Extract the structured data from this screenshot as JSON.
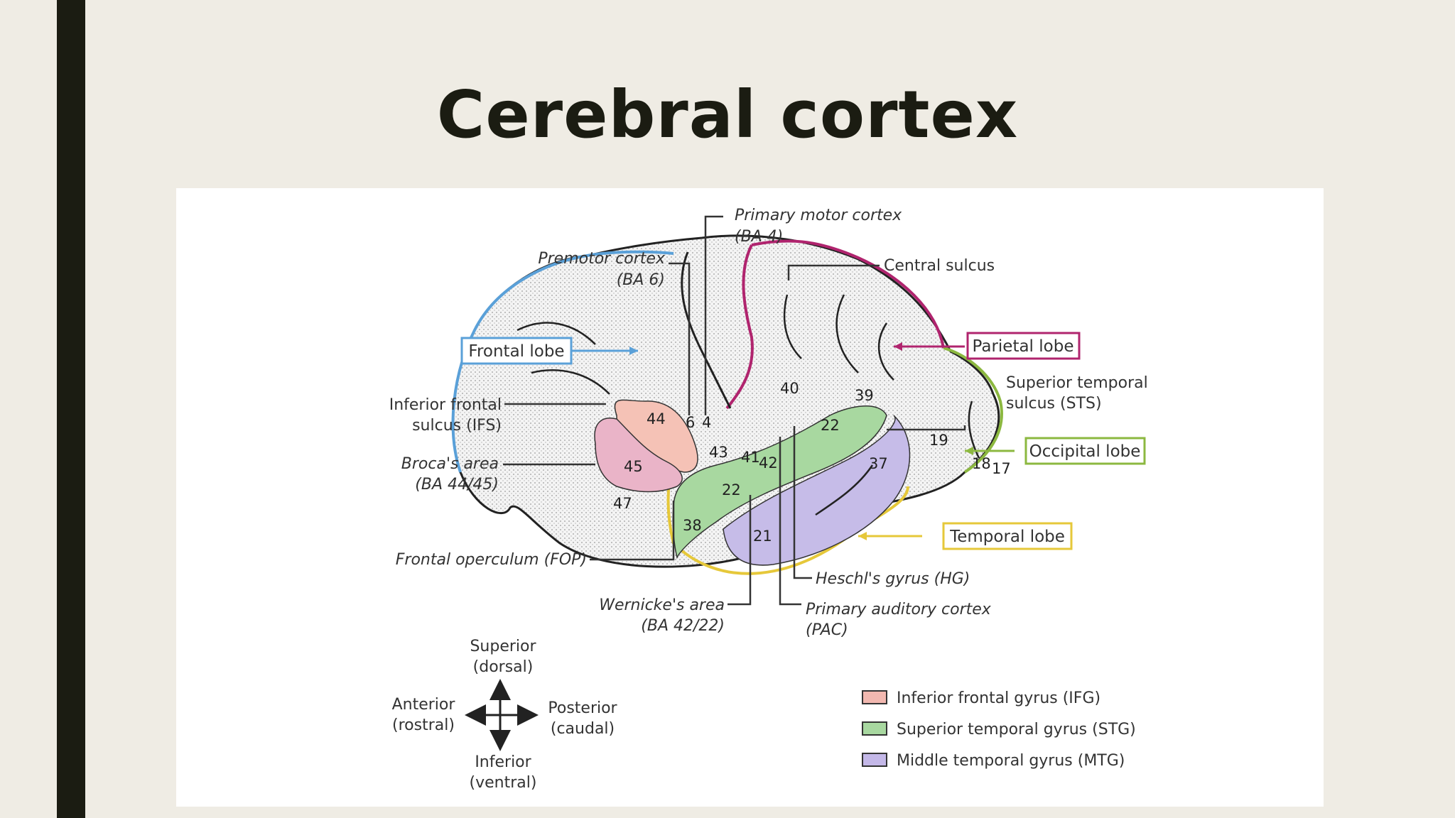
{
  "slide": {
    "title": "Cerebral cortex"
  },
  "labels": {
    "primary_motor_1": "Primary motor cortex",
    "primary_motor_2": "(BA 4)",
    "premotor_1": "Premotor cortex",
    "premotor_2": "(BA 6)",
    "central_sulcus": "Central sulcus",
    "frontal_lobe": "Frontal lobe",
    "parietal_lobe": "Parietal lobe",
    "sts_1": "Superior temporal",
    "sts_2": "sulcus (STS)",
    "ifs_1": "Inferior frontal",
    "ifs_2": "sulcus (IFS)",
    "broca_1": "Broca's area",
    "broca_2": "(BA 44/45)",
    "occipital_lobe": "Occipital lobe",
    "temporal_lobe": "Temporal lobe",
    "fop": "Frontal operculum (FOP)",
    "heschl": "Heschl's gyrus (HG)",
    "wernicke_1": "Wernicke's area",
    "wernicke_2": "(BA 42/22)",
    "pac_1": "Primary auditory cortex",
    "pac_2": "(PAC)"
  },
  "area_numbers": {
    "a4": "4",
    "a6": "6",
    "a44": "44",
    "a45": "45",
    "a47": "47",
    "a43": "43",
    "a41": "41",
    "a42": "42",
    "a22a": "22",
    "a22b": "22",
    "a38": "38",
    "a21": "21",
    "a40": "40",
    "a39": "39",
    "a37": "37",
    "a19": "19",
    "a18": "18",
    "a17": "17"
  },
  "orientation": {
    "superior_1": "Superior",
    "superior_2": "(dorsal)",
    "inferior_1": "Inferior",
    "inferior_2": "(ventral)",
    "anterior_1": "Anterior",
    "anterior_2": "(rostral)",
    "posterior_1": "Posterior",
    "posterior_2": "(caudal)"
  },
  "legend": [
    {
      "label": "Inferior frontal gyrus (IFG)",
      "color": "#f2b8b0"
    },
    {
      "label": "Superior temporal gyrus (STG)",
      "color": "#a8d8a0"
    },
    {
      "label": "Middle temporal gyrus (MTG)",
      "color": "#c4b8e8"
    }
  ],
  "colors": {
    "frontal": "#5aa0d8",
    "parietal": "#b0246e",
    "occipital": "#8cb840",
    "temporal": "#e6c83a",
    "ifg_pink": "#f5c2b6",
    "ifg_mauve": "#eab4c8",
    "stg": "#a8d8a0",
    "mtg": "#c6bce8"
  }
}
